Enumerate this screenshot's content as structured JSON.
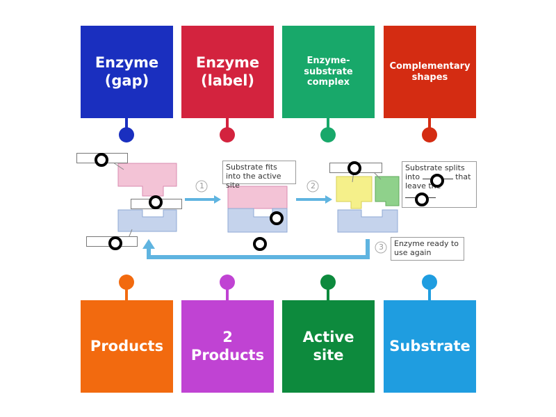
{
  "top_tiles": [
    {
      "label": "Enzyme\n(gap)",
      "color": "#1a2fbf",
      "size": "big"
    },
    {
      "label": "Enzyme\n(label)",
      "color": "#d3233e",
      "size": "big"
    },
    {
      "label": "Enzyme-substrate\ncomplex",
      "color": "#18a86a",
      "size": "small"
    },
    {
      "label": "Complementary\nshapes",
      "color": "#d42c12",
      "size": "small"
    }
  ],
  "bottom_tiles": [
    {
      "label": "Products",
      "color": "#f26a0f",
      "size": "big"
    },
    {
      "label": "2\nProducts",
      "color": "#c043d3",
      "size": "big"
    },
    {
      "label": "Active\nsite",
      "color": "#0d8a3d",
      "size": "big"
    },
    {
      "label": "Substrate",
      "color": "#1f9de0",
      "size": "big"
    }
  ],
  "diagram": {
    "steps": [
      "1",
      "2",
      "3"
    ],
    "note_fits": "Substrate fits into the active site",
    "note_splits_a": "Substrate splits",
    "note_splits_b": "into",
    "note_splits_c": "that",
    "note_splits_d": "leave the",
    "note_ready": "Enzyme ready to use again"
  },
  "colors": {
    "enzyme": "#c5d3ec",
    "substrate": "#f3c3d6",
    "product_yellow": "#f5f08a",
    "product_green": "#8fd18b",
    "arrow": "#5fb4e0"
  }
}
